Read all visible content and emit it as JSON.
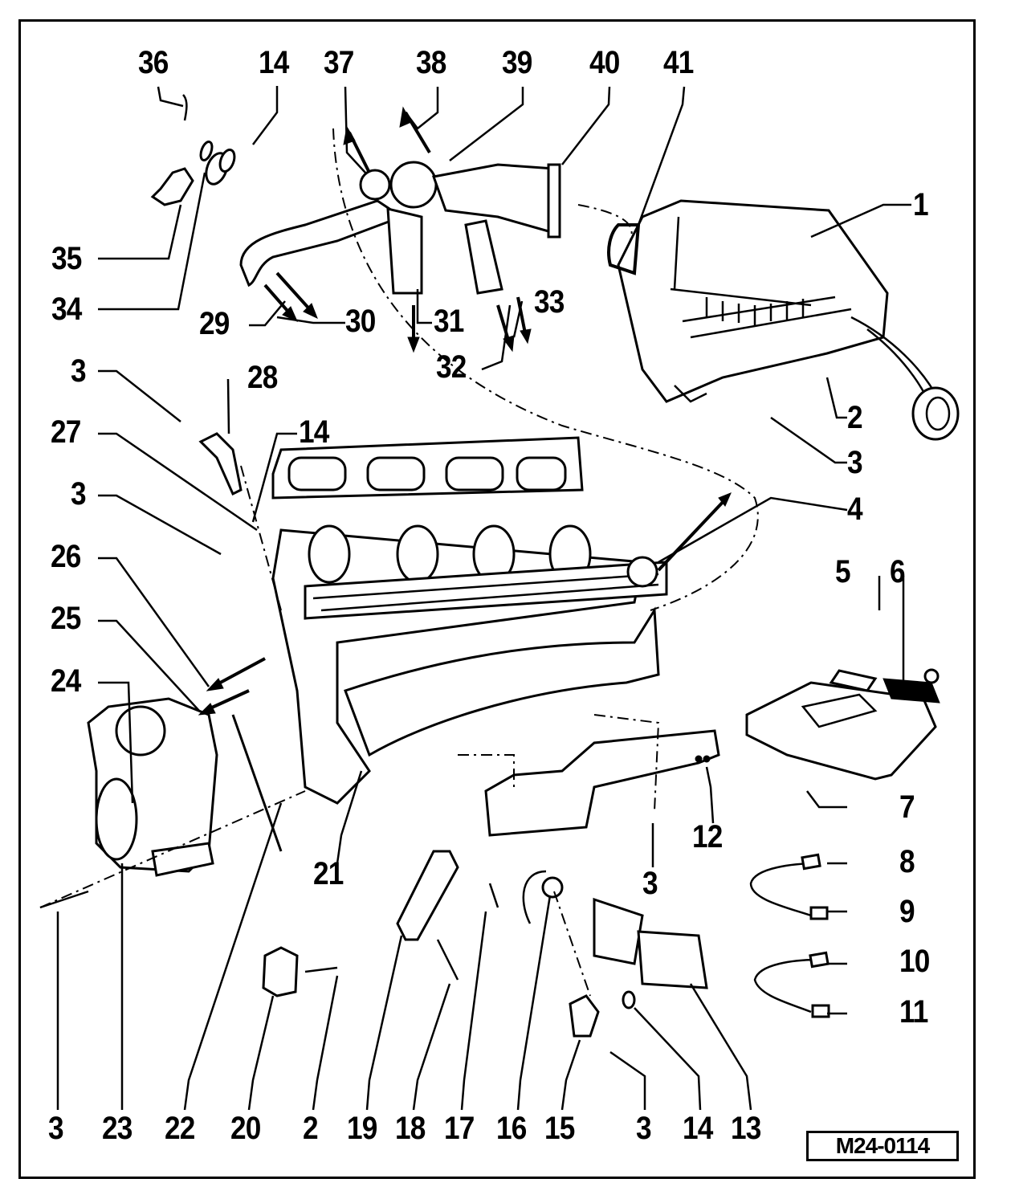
{
  "figure": {
    "id": "M24-0114",
    "type": "exploded-view parts diagram",
    "subject": "air intake / intake manifold assembly with engine control unit and sensors"
  },
  "callouts": {
    "c1": "1",
    "c2a": "2",
    "c3a": "3",
    "c4": "4",
    "c5": "5",
    "c6": "6",
    "c7": "7",
    "c8": "8",
    "c9": "9",
    "c10": "10",
    "c11": "11",
    "c12": "12",
    "c3b": "3",
    "c13": "13",
    "c14a": "14",
    "c3c": "3",
    "c15": "15",
    "c16": "16",
    "c17": "17",
    "c18": "18",
    "c19": "19",
    "c2b": "2",
    "c20": "20",
    "c22": "22",
    "c23": "23",
    "c3d": "3",
    "c21": "21",
    "c24": "24",
    "c25": "25",
    "c26": "26",
    "c3e": "3",
    "c27": "27",
    "c14b": "14",
    "c28": "28",
    "c3f": "3",
    "c29": "29",
    "c30": "30",
    "c31": "31",
    "c32": "32",
    "c33": "33",
    "c34": "34",
    "c35": "35",
    "c36": "36",
    "c14c": "14",
    "c37": "37",
    "c38": "38",
    "c39": "39",
    "c40": "40",
    "c41": "41"
  }
}
